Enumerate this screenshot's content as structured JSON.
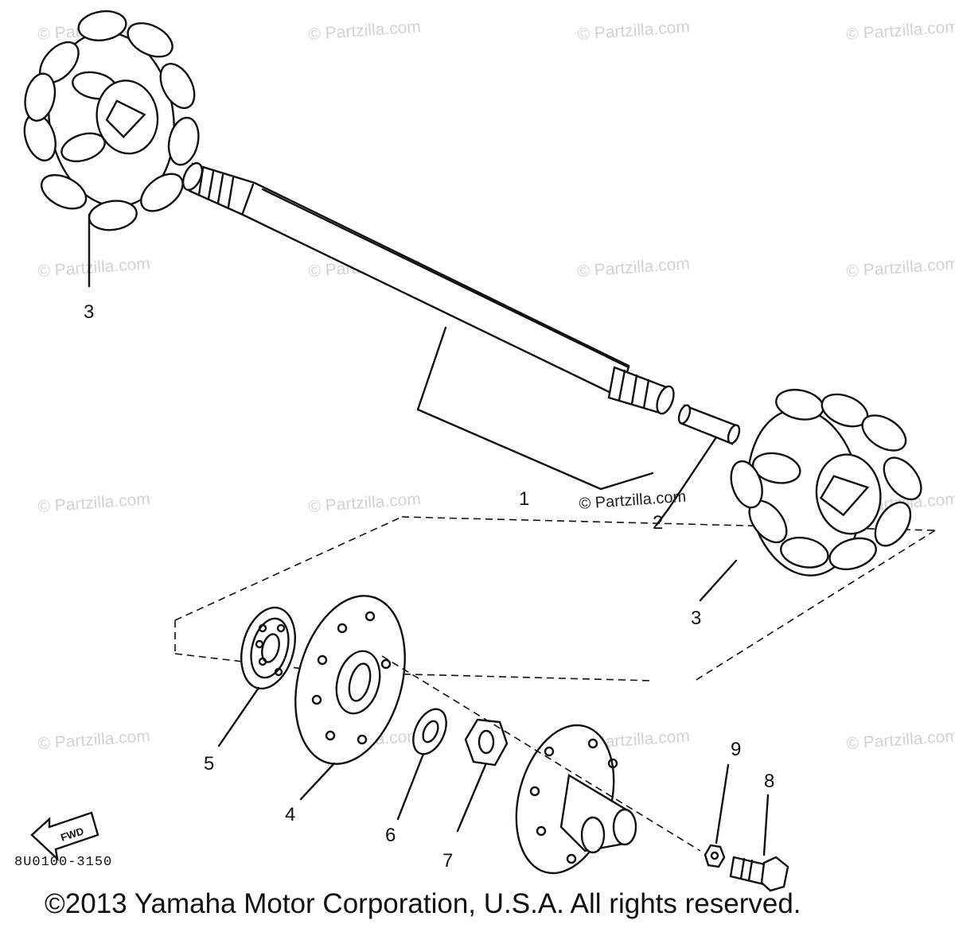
{
  "watermark": {
    "text": "© Partzilla.com",
    "center_text": "© Partzilla.com"
  },
  "callouts": {
    "c1": "1",
    "c2": "2",
    "c3_top": "3",
    "c3_bottom": "3",
    "c4": "4",
    "c5": "5",
    "c6": "6",
    "c7": "7",
    "c8": "8",
    "c9": "9"
  },
  "fwd_label": "FWD",
  "diagram_code": "8U0100-3150",
  "copyright": "©2013 Yamaha Motor Corporation, U.S.A. All rights reserved."
}
